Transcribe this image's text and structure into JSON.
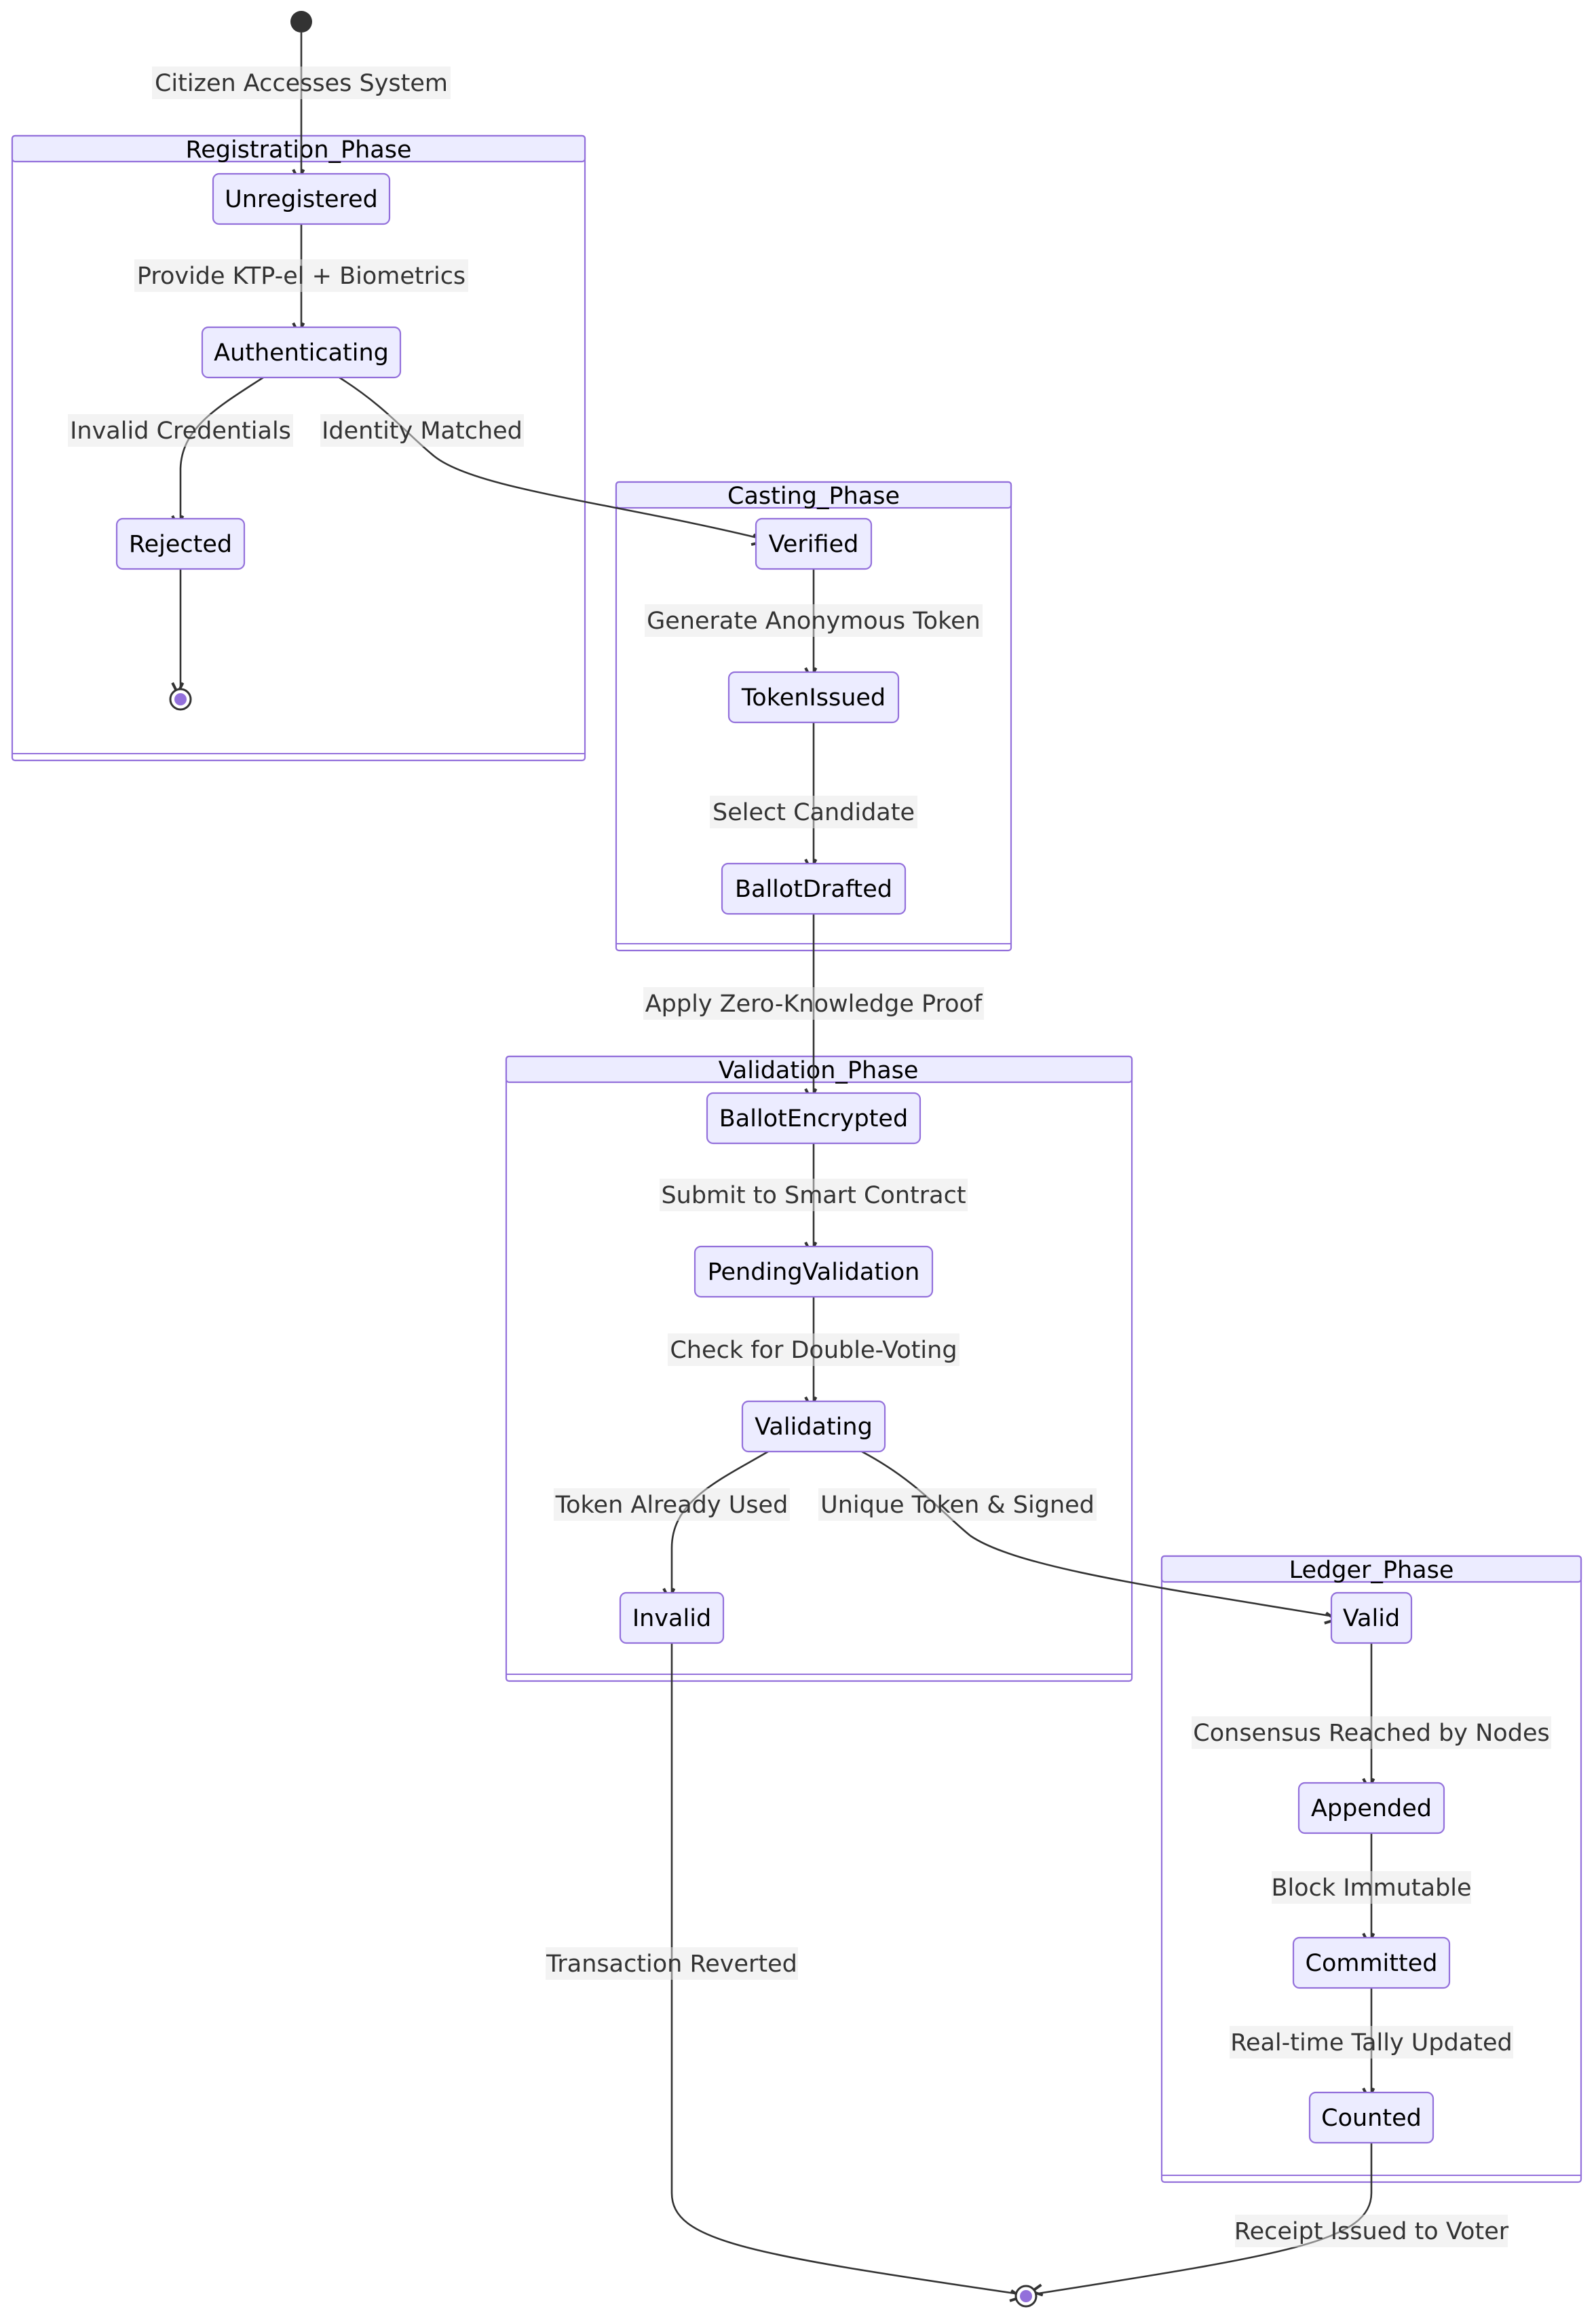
{
  "colors": {
    "state_fill": "#ececff",
    "state_stroke": "#9370db",
    "edge": "#333333",
    "label_bg": "#e8e8e8",
    "start_dot": "#333333",
    "end_inner": "#9370db"
  },
  "clusters": {
    "registration": "Registration_Phase",
    "casting": "Casting_Phase",
    "validation": "Validation_Phase",
    "ledger": "Ledger_Phase"
  },
  "states": {
    "unregistered": "Unregistered",
    "authenticating": "Authenticating",
    "rejected": "Rejected",
    "verified": "Verified",
    "token_issued": "TokenIssued",
    "ballot_drafted": "BallotDrafted",
    "ballot_encrypted": "BallotEncrypted",
    "pending_validation": "PendingValidation",
    "validating": "Validating",
    "invalid": "Invalid",
    "valid": "Valid",
    "appended": "Appended",
    "committed": "Committed",
    "counted": "Counted"
  },
  "transitions": {
    "start_to_unregistered": "Citizen Accesses System",
    "unregistered_to_authenticating": "Provide KTP-el + Biometrics",
    "authenticating_to_rejected": "Invalid Credentials",
    "authenticating_to_verified": "Identity Matched",
    "verified_to_token_issued": "Generate Anonymous Token",
    "token_issued_to_ballot_drafted": "Select Candidate",
    "ballot_drafted_to_ballot_encrypted": "Apply Zero-Knowledge Proof",
    "ballot_encrypted_to_pending": "Submit to Smart Contract",
    "pending_to_validating": "Check for Double-Voting",
    "validating_to_invalid": "Token Already Used",
    "validating_to_valid": "Unique Token & Signed",
    "valid_to_appended": "Consensus Reached by Nodes",
    "appended_to_committed": "Block Immutable",
    "committed_to_counted": "Real-time Tally Updated",
    "invalid_to_end": "Transaction Reverted",
    "counted_to_end": "Receipt Issued to Voter"
  }
}
